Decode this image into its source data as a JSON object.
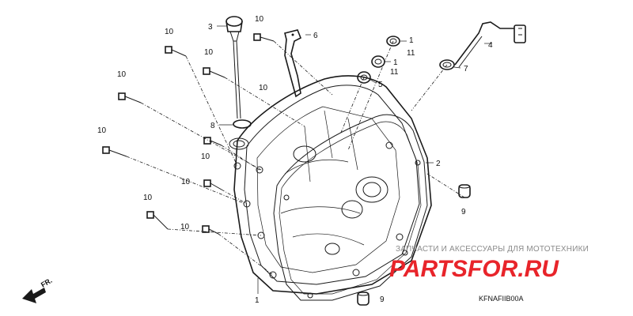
{
  "diagram": {
    "callouts": [
      "1",
      "1",
      "1",
      "2",
      "3",
      "4",
      "5",
      "6",
      "7",
      "8",
      "9",
      "9",
      "10",
      "10",
      "10",
      "10",
      "10",
      "10",
      "10",
      "10",
      "10",
      "10",
      "11",
      "11"
    ],
    "front_marker": "FR.",
    "drawing_code": "KFNAFIIB00A",
    "watermark": {
      "tagline": "ЗАПЧАСТИ И АКСЕССУАРЫ ДЛЯ МОТОТЕХНИКИ",
      "logo": "PARTSFOR.RU",
      "logo_color": "#e8242a"
    },
    "line_color": "#1a1a1a"
  }
}
